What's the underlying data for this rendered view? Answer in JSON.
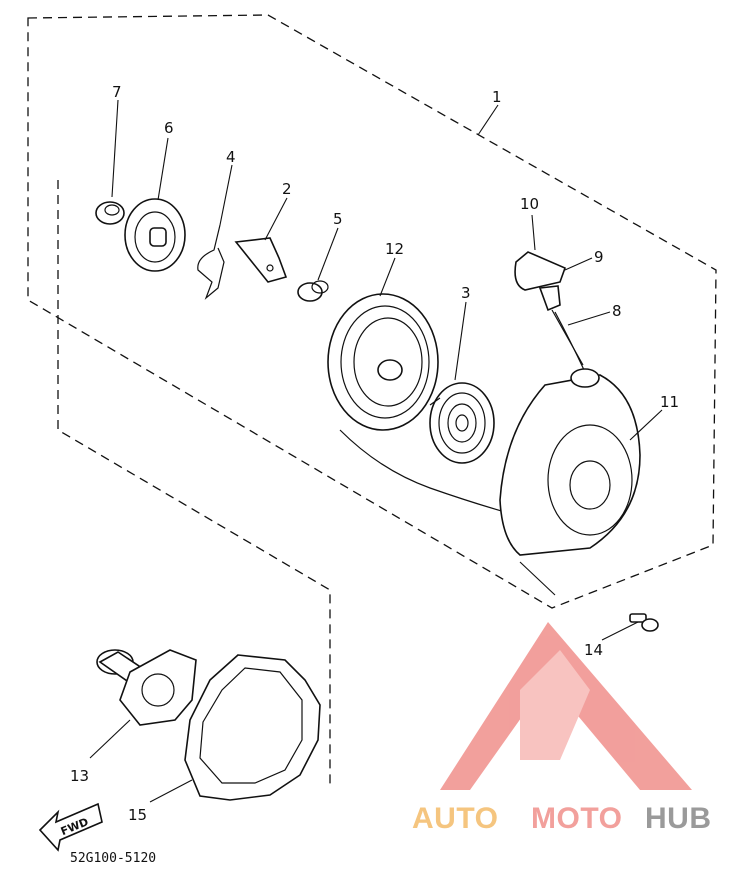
{
  "diagram": {
    "callouts": {
      "p1": "1",
      "p2": "2",
      "p3": "3",
      "p4": "4",
      "p5": "5",
      "p6": "6",
      "p7": "7",
      "p8": "8",
      "p9": "9",
      "p10": "10",
      "p11": "11",
      "p12": "12",
      "p13": "13",
      "p14": "14",
      "p15": "15"
    },
    "direction_arrow": "FWD",
    "diagram_code": "52G100-5120"
  },
  "watermark": {
    "auto": "AUTO",
    "moto": "MOTO",
    "hub": "HUB",
    "colors": {
      "auto": "#f5c57f",
      "moto": "#f2a09c",
      "hub": "#9a9a9a",
      "logo": "#f08f8b"
    }
  }
}
